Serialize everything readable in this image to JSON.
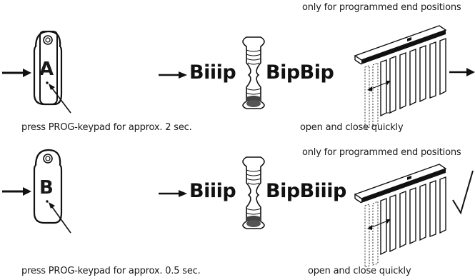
{
  "steps": [
    {
      "remote_key": "A",
      "instruction": "press PROG-keypad for approx. 2 sec.",
      "beep_1": "Biiip",
      "beep_2": "BipBip",
      "blind_note_top": "only for programmed end positions",
      "blind_note_bottom": "open and close quickly",
      "end_symbol": "arrow"
    },
    {
      "remote_key": "B",
      "instruction": "press PROG-keypad for approx. 0.5 sec.",
      "beep_1": "Biiip",
      "beep_2": "BipBiiip",
      "blind_note_top": "only for programmed end positions",
      "blind_note_bottom": "open and close quickly",
      "end_symbol": "checkmark"
    }
  ]
}
